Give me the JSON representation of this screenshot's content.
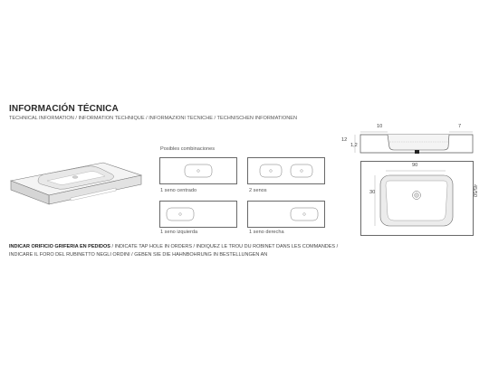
{
  "header": {
    "title": "INFORMACIÓN TÉCNICA",
    "subtitle": "TECHNICAL INFORMATION / INFORMATION TECHNIQUE / INFORMAZIONI TECNICHE / TECHNISCHEN INFORMATIONEN"
  },
  "combinations": {
    "heading": "Posibles combinaciones",
    "options": [
      {
        "label": "1 seno centrado"
      },
      {
        "label": "2 senos"
      },
      {
        "label": "1 seno izquierda"
      },
      {
        "label": "1 seno derecha"
      }
    ]
  },
  "dimensions": {
    "side_top_left": "10",
    "side_top_right": "7",
    "side_height_outer": "12",
    "side_height_inner": "1,2",
    "plan_width": "90",
    "plan_basin_depth": "30",
    "plan_depth": "45/50"
  },
  "notice": {
    "bold": "INDICAR ORIFICIO GRIFERIA EN PEDIDOS",
    "line1_rest": " / INDICATE TAP HOLE IN ORDERS / INDIQUEZ LE TROU DU ROBINET DANS LES COMMANDES /",
    "line2": "INDICARE IL FORO DEL RUBINETTO NEGLI ORDINI / GEBEN SIE DIE HAHNBOHRUNG IN BESTELLUNGEN AN"
  }
}
